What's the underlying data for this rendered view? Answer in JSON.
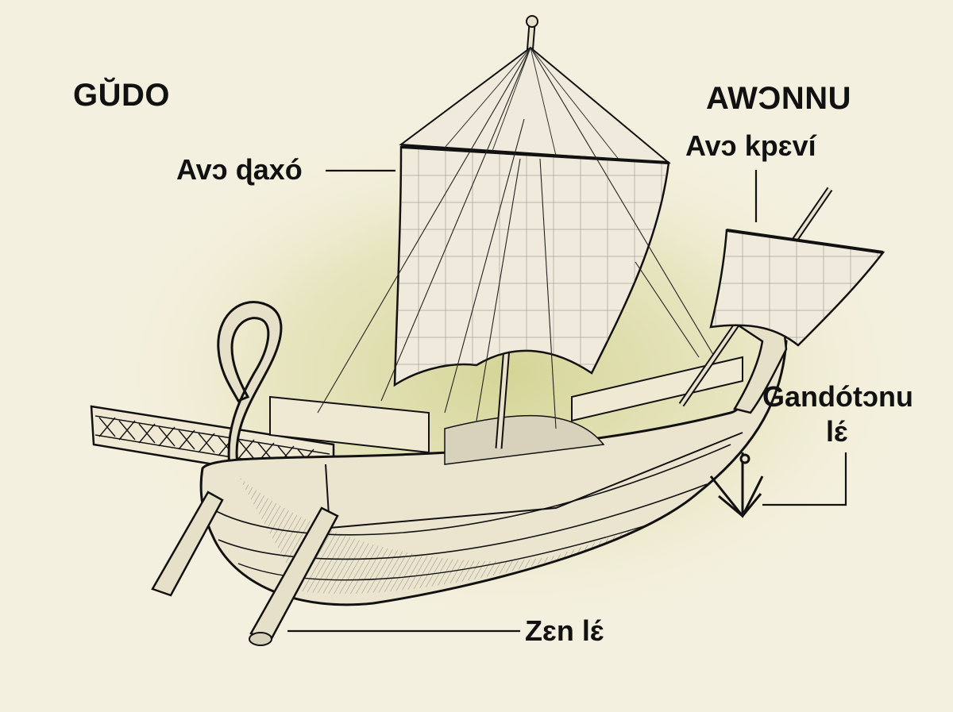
{
  "colors": {
    "background": "#f4f0df",
    "wash": "#d9d9a2",
    "ink": "#111111",
    "hull_fill": "#e8e2cc",
    "sail_fill": "#efeadb"
  },
  "labels": {
    "stern": "GŬDO",
    "bow": "AWƆNNU",
    "mainsail": "Avɔ ɖaxó",
    "foresail": "Avɔ kpɛví",
    "anchor_line1": "Gandótɔnu",
    "anchor_line2": "lɛ́",
    "rudder": "Zɛn lɛ́"
  }
}
